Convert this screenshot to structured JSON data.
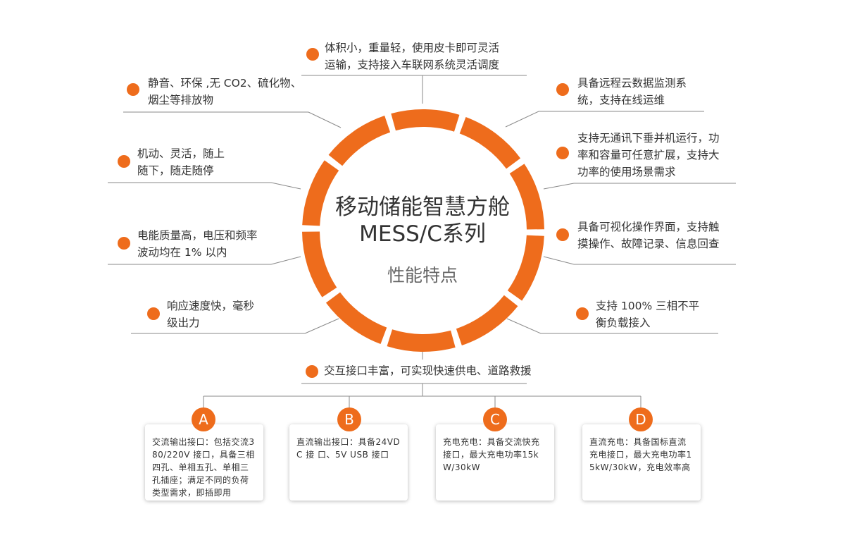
{
  "center": {
    "title_line1": "移动储能智慧方舱",
    "title_line2": "MESS/C系列",
    "subtitle": "性能特点"
  },
  "features": {
    "top": "体积小，重量轻，使用皮卡即可灵活\n运输，支持接入车联网系统灵活调度",
    "left_1": "静音、环保 ,无 CO2、硫化物、\n烟尘等排放物",
    "left_2": "机动、灵活，随上\n随下，随走随停",
    "left_3": "电能质量高，电压和频率\n波动均在 1% 以内",
    "left_4": "响应速度快，毫秒\n级出力",
    "right_1": "具备远程云数据监测系\n统，支持在线运维",
    "right_2": "支持无通讯下垂并机运行，功\n率和容量可任意扩展，支持大\n功率的使用场景需求",
    "right_3": "具备可视化操作界面，支持触\n摸操作、故障记录、信息回查",
    "right_4": "支持 100% 三相不平\n衡负载接入",
    "bottom": "交互接口丰富，可实现快速供电、道路救援"
  },
  "interfaces": [
    {
      "letter": "A",
      "text": "交流输出接口：包括交流380/220V 接口，具备三相四孔、单相五孔、单相三孔插座；满足不同的负荷类型需求，即插即用"
    },
    {
      "letter": "B",
      "text": "直流输出接口：具备24VDC 接 口、5V USB 接口"
    },
    {
      "letter": "C",
      "text": "充电充电：具备交流快充接口，最大充电功率15kW/30kW"
    },
    {
      "letter": "D",
      "text": "直流充电：具备国标直流充电接口，最大充电功率15kW/30kW，充电效率高"
    }
  ],
  "colors": {
    "accent": "#ee6c1c",
    "line": "#8a8a8a",
    "text": "#333333",
    "subtitle": "#666666"
  }
}
